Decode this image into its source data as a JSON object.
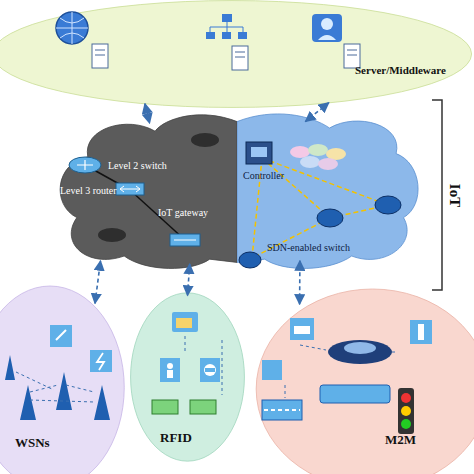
{
  "diagram": {
    "nodes": [
      {
        "text": [
          "Server/Middleware"
        ]
      },
      {
        "text": [
          "Level 3 router",
          "Level 2 switch",
          "IoT gateway"
        ]
      },
      {
        "text": [
          "Controller",
          "SDN-enabled switch"
        ]
      },
      {
        "text": [
          "WSNs"
        ]
      },
      {
        "text": [
          "RFID"
        ]
      },
      {
        "text": [
          "M2M"
        ]
      }
    ],
    "edges": [
      {
        "from": 0,
        "to": 1,
        "arrow": "both"
      },
      {
        "from": 0,
        "to": 2,
        "arrow": "both"
      },
      {
        "from": 3,
        "to": 1,
        "arrow": "both"
      },
      {
        "from": 4,
        "to": 1,
        "arrow": "both"
      },
      {
        "from": 5,
        "to": 2,
        "arrow": "both"
      }
    ],
    "labels": [
      "IoT"
    ]
  }
}
